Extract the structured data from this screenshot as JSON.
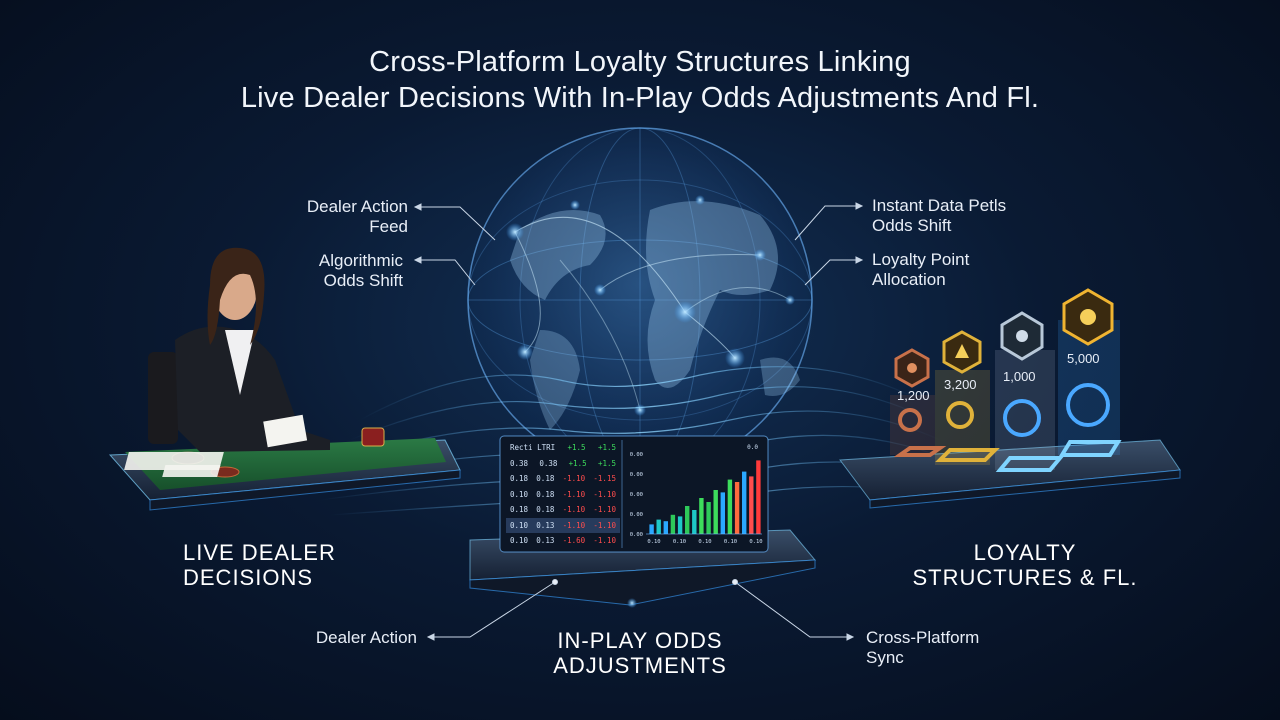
{
  "title": {
    "line1": "Cross-Platform Loyalty Structures Linking",
    "line2": "Live Dealer Decisions With In-Play Odds Adjustments And Fl."
  },
  "callouts": {
    "dealer_action_feed": [
      "Dealer Action",
      "Feed"
    ],
    "algorithmic_odds_shift": [
      "Algorithmic",
      "Odds Shift"
    ],
    "instant_data": [
      "Instant Data Petls",
      "Odds Shift"
    ],
    "loyalty_point_allocation": [
      "Loyalty Point",
      "Allocation"
    ],
    "dealer_action": "Dealer Action",
    "cross_platform_sync": [
      "Cross-Platform",
      "Sync"
    ]
  },
  "sections": {
    "live_dealer": [
      "LIVE DEALER",
      "DECISIONS"
    ],
    "in_play_odds": [
      "IN-PLAY ODDS",
      "ADJUSTMENTS"
    ],
    "loyalty": [
      "LOYALTY",
      "STRUCTURES & FL."
    ]
  },
  "odds_table": {
    "header": [
      "Recti LTRI",
      "+1.5",
      "+1.5"
    ],
    "rows": [
      [
        "0.38",
        "0.38",
        "+1.5",
        "+1.5"
      ],
      [
        "0.18",
        "0.18",
        "-1.10",
        "-1.15"
      ],
      [
        "0.10",
        "0.18",
        "-1.10",
        "-1.10"
      ],
      [
        "0.18",
        "0.18",
        "-1.10",
        "-1.10"
      ],
      [
        "0.10",
        "0.13",
        "-1.10",
        "-1.10"
      ],
      [
        "0.10",
        "0.13",
        "-1.60",
        "-1.10"
      ]
    ]
  },
  "chart_data": {
    "type": "bar",
    "title": "",
    "y_tick_labels": [
      "0.00",
      "0.00",
      "0.00",
      "0.00",
      "0.00"
    ],
    "x_tick_labels": [
      "0.10",
      "0.10",
      "0.10",
      "0.10",
      "0.10"
    ],
    "corner_label": "0.0",
    "values": [
      0.12,
      0.18,
      0.16,
      0.24,
      0.22,
      0.35,
      0.3,
      0.45,
      0.4,
      0.55,
      0.52,
      0.68,
      0.65,
      0.78,
      0.72,
      0.92
    ],
    "colors": [
      "#2aa8ff",
      "#1ec8c8",
      "#2aa8ff",
      "#2ec95a",
      "#1ec8c8",
      "#2ec95a",
      "#1ec8c8",
      "#3ddc5c",
      "#2ec95a",
      "#3ddc5c",
      "#2aa8ff",
      "#3ddc5c",
      "#ff6b3d",
      "#2aa8ff",
      "#ff4d4d",
      "#ff3a3a"
    ],
    "ylim": [
      0,
      1
    ]
  },
  "loyalty_tiers": [
    {
      "value": "1,200",
      "color": "#c8714a"
    },
    {
      "value": "3,200",
      "color": "#e0b23a"
    },
    {
      "value": "1,000",
      "color": "#9fb4c8"
    },
    {
      "value": "5,000",
      "color": "#f0b431"
    }
  ],
  "colors": {
    "accent": "#3aa0ff",
    "glow": "#7fd4ff",
    "felt": "#1f6b3a"
  }
}
